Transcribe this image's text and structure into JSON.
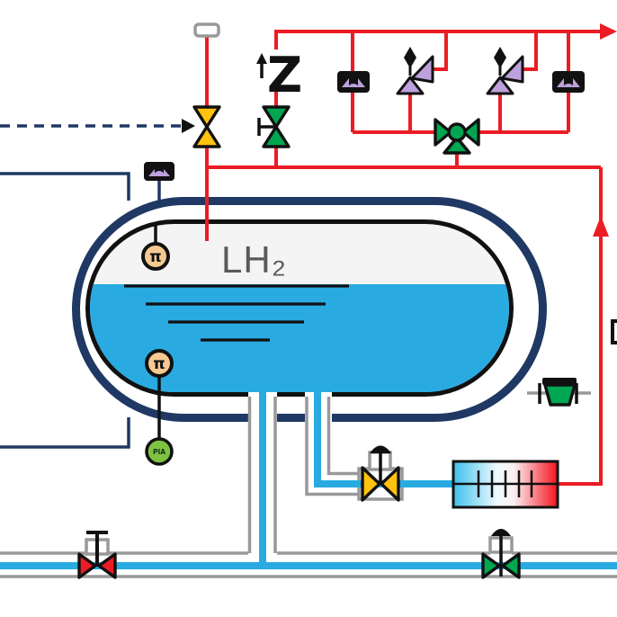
{
  "diagram": {
    "type": "piping-and-instrumentation-diagram",
    "tank": {
      "label": "LH₂"
    },
    "instruments": [
      {
        "id": "temperature-sensor-top",
        "label": "π"
      },
      {
        "id": "temperature-sensor-bottom",
        "label": "π"
      },
      {
        "id": "pressure-indicator",
        "label": "PIA"
      }
    ],
    "regulator": {
      "label": "Z"
    },
    "colors": {
      "line-red": "#EC1C24",
      "navy": "#1F3864",
      "pipe-cyan": "#29ABE2",
      "pipe-gray": "#999999",
      "valve-yellow": "#FFC20E",
      "valve-green": "#00A651",
      "relief-purple": "#BDA0DC",
      "instrument-tan": "#F5C992",
      "instrument-green": "#7FC241",
      "liquid": "#29ABE2",
      "ullage": "#F4F4F4",
      "hx-cold": "#3FC0EC",
      "hx-hot": "#F5111D",
      "text-gray": "#58595B",
      "black": "#111111"
    }
  }
}
